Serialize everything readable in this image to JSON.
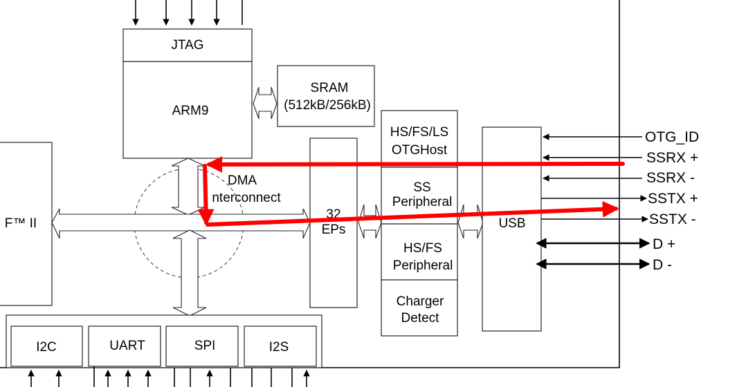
{
  "diagram": {
    "blocks": {
      "jtag": "JTAG",
      "arm9": "ARM9",
      "sram_line1": "SRAM",
      "sram_line2": "(512kB/256kB)",
      "gpif": "F™  II",
      "dma_line1": "DMA",
      "dma_line2": "nterconnect",
      "eps_line1": "32",
      "eps_line2": "EPs",
      "otghost_line1": "HS/FS/LS",
      "otghost_line2": "OTGHost",
      "ss_line1": "SS",
      "ss_line2": "Peripheral",
      "hsfs_line1": "HS/FS",
      "hsfs_line2": "Peripheral",
      "charger_line1": "Charger",
      "charger_line2": "Detect",
      "usb": "USB",
      "i2c": "I2C",
      "uart": "UART",
      "spi": "SPI",
      "i2s": "I2S"
    },
    "pins": {
      "otg_id": "OTG_ID",
      "ssrx_plus": "SSRX +",
      "ssrx_minus": "SSRX -",
      "sstx_plus": "SSTX +",
      "sstx_minus": "SSTX -",
      "d_plus": "D +",
      "d_minus": "D -"
    },
    "annotation": {
      "color": "#ff0000",
      "meaning": "data path loop from SSRX+ through DMA interconnect back to SSTX"
    }
  }
}
